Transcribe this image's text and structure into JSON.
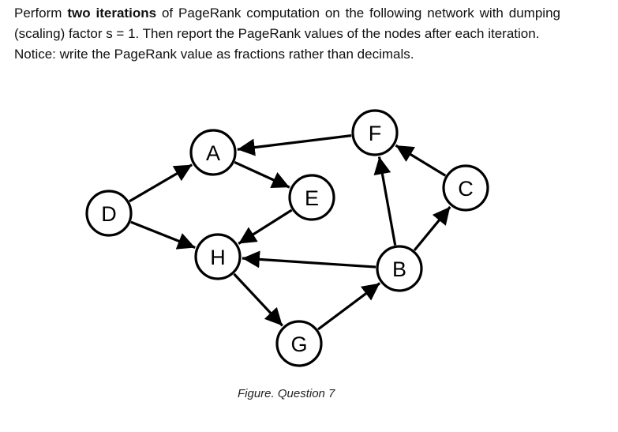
{
  "question": {
    "part1": "Perform ",
    "bold": "two iterations",
    "part2": " of PageRank computation on the following network with dumping (scaling) factor s = 1. Then report the PageRank values of the nodes after each iteration.",
    "notice": "Notice: write the PageRank value as fractions rather than decimals."
  },
  "graph": {
    "nodes": [
      "A",
      "B",
      "C",
      "D",
      "E",
      "F",
      "G",
      "H"
    ],
    "edges": [
      {
        "from": "D",
        "to": "A"
      },
      {
        "from": "D",
        "to": "H"
      },
      {
        "from": "A",
        "to": "E"
      },
      {
        "from": "E",
        "to": "H"
      },
      {
        "from": "F",
        "to": "A"
      },
      {
        "from": "C",
        "to": "F"
      },
      {
        "from": "B",
        "to": "F"
      },
      {
        "from": "B",
        "to": "C"
      },
      {
        "from": "B",
        "to": "H"
      },
      {
        "from": "H",
        "to": "G"
      },
      {
        "from": "G",
        "to": "B"
      }
    ]
  },
  "caption": "Figure. Question 7"
}
